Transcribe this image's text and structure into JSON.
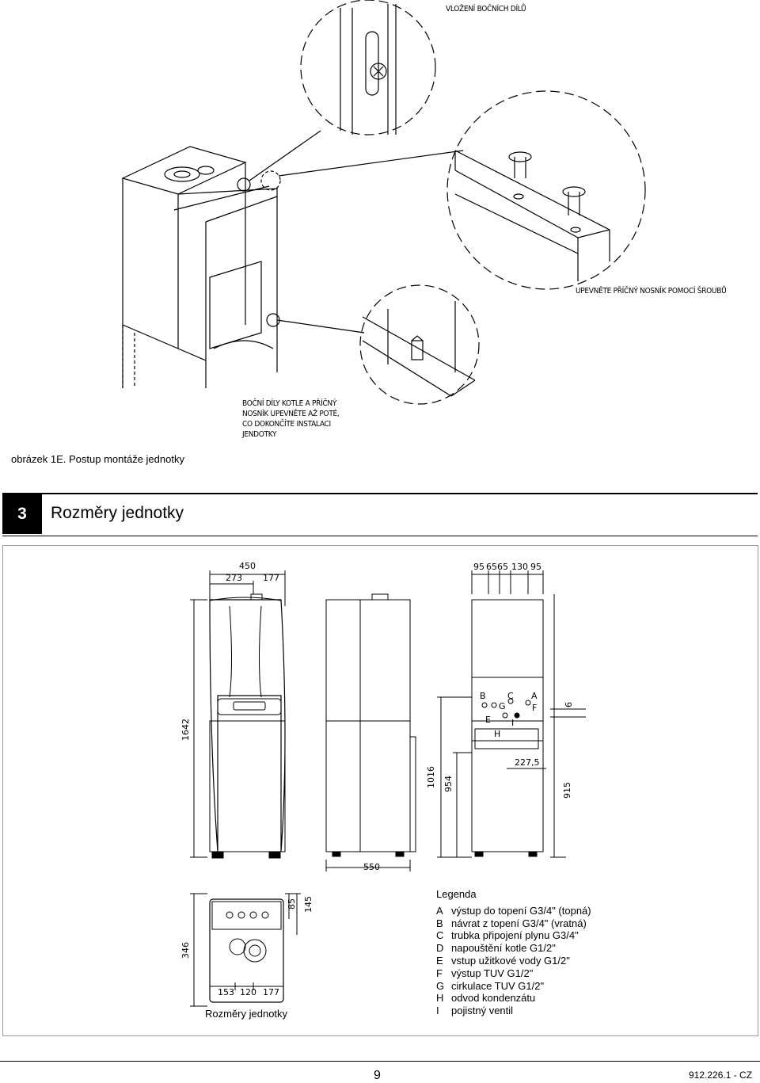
{
  "figure_1e": {
    "callout_top": "VLOŽENÍ BOČNÍCH DÍLŮ",
    "callout_right": "UPEVNĚTE PŘÍČNÝ NOSNÍK POMOCÍ ŠROUBŮ",
    "callout_bottom_lines": [
      "BOČNÍ DÍLY KOTLE A PŘÍČNÝ",
      "NOSNÍK UPEVNĚTE AŽ POTÉ,",
      "CO DOKONČÍTE INSTALACI",
      "JENDOTKY"
    ],
    "caption": "obrázek 1E. Postup montáže jednotky"
  },
  "section": {
    "number": "3",
    "title": "Rozměry jednotky"
  },
  "dimensions": {
    "front_top_total": "450",
    "front_top_left": "273",
    "front_top_right": "177",
    "front_height": "1642",
    "side_depth": "550",
    "side_height_1": "1016",
    "side_height_2": "954",
    "back_top": [
      "95",
      "65",
      "65",
      "130",
      "95"
    ],
    "back_offset": "6",
    "back_height": "915",
    "back_width": "227,5",
    "top_depth": "346",
    "top_85": "85",
    "top_145": "145",
    "top_bottom": [
      "153",
      "120",
      "177"
    ],
    "connection_labels": [
      "B",
      "C",
      "A",
      "G",
      "F",
      "E",
      "I",
      "H"
    ],
    "drawing_caption": "Rozměry jednotky"
  },
  "legend": {
    "title": "Legenda",
    "items": [
      {
        "key": "A",
        "text": "výstup do topení G3/4\" (topná)"
      },
      {
        "key": "B",
        "text": "návrat z topení G3/4\" (vratná)"
      },
      {
        "key": "C",
        "text": "trubka připojení plynu G3/4\""
      },
      {
        "key": "D",
        "text": "napouštění kotle G1/2\""
      },
      {
        "key": "E",
        "text": "vstup užitkové vody G1/2\""
      },
      {
        "key": "F",
        "text": "výstup TUV G1/2\""
      },
      {
        "key": "G",
        "text": "cirkulace TUV G1/2\""
      },
      {
        "key": "H",
        "text": "odvod kondenzátu"
      },
      {
        "key": "I",
        "text": "pojistný ventil"
      }
    ]
  },
  "footer": {
    "page_number": "9",
    "doc_code": "912.226.1 - CZ"
  }
}
